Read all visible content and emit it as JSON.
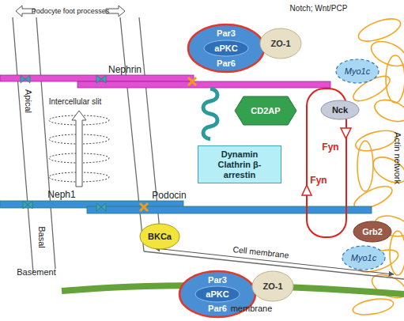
{
  "diagram": {
    "nodes": [
      {
        "text": [
          "Par3",
          "Par6"
        ]
      },
      {
        "text": [
          "aPKC"
        ],
        "in": 0
      },
      {
        "text": [
          "ZO-1"
        ]
      },
      {
        "text": [
          "Myo1c"
        ]
      },
      {
        "text": [
          "CD2AP"
        ]
      },
      {
        "text": [
          "Nck"
        ]
      },
      {
        "text": [
          "Dynamin Clathrin β-arrestin"
        ]
      },
      {
        "text": [
          "BKCa"
        ]
      },
      {
        "text": [
          "Grb2"
        ]
      },
      {
        "text": [
          "Myo1c"
        ]
      },
      {
        "text": [
          "Par3",
          "Par6"
        ]
      },
      {
        "text": [
          "aPKC"
        ],
        "in": 10
      },
      {
        "text": [
          "ZO-1"
        ]
      }
    ],
    "labels": [
      "Podocyte foot processes",
      "Notch; Wnt/PCP",
      "Nephrin",
      "Apical",
      "Intercellular slit",
      "Fyn",
      "Fyn",
      "Neph1",
      "Podocin",
      "Basal",
      "Actin network",
      "Cell membrane",
      "Basement",
      "membrane"
    ]
  }
}
